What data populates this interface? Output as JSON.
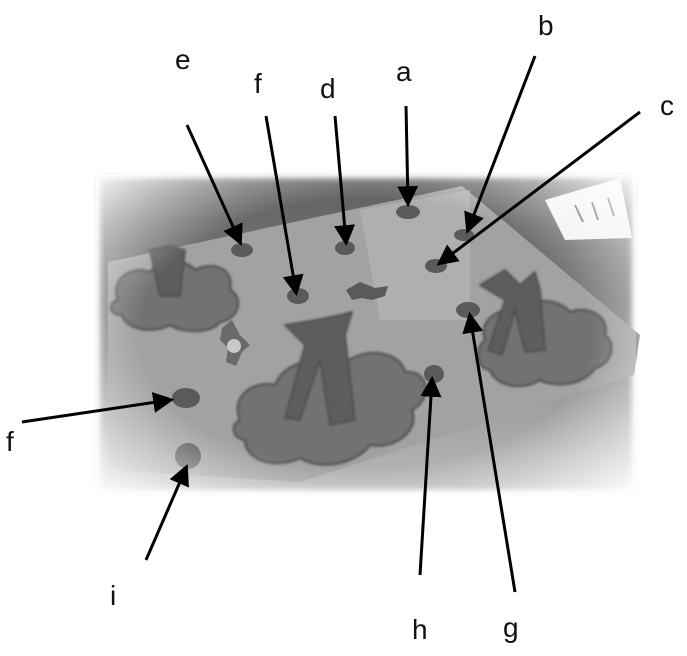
{
  "figure": {
    "labels": {
      "e": "e",
      "f_top": "f",
      "d": "d",
      "a": "a",
      "b": "b",
      "c": "c",
      "f_left": "f",
      "i": "i",
      "h": "h",
      "g": "g"
    },
    "colors": {
      "photo_bg": "#7e7e7e",
      "board": "#9c9c9c",
      "bush": "#6e6e6e",
      "bush_edge": "#4a4a4a",
      "trunk": "#5c5c5c",
      "blob": "#5a5a5a",
      "arrow": "#000000"
    }
  }
}
